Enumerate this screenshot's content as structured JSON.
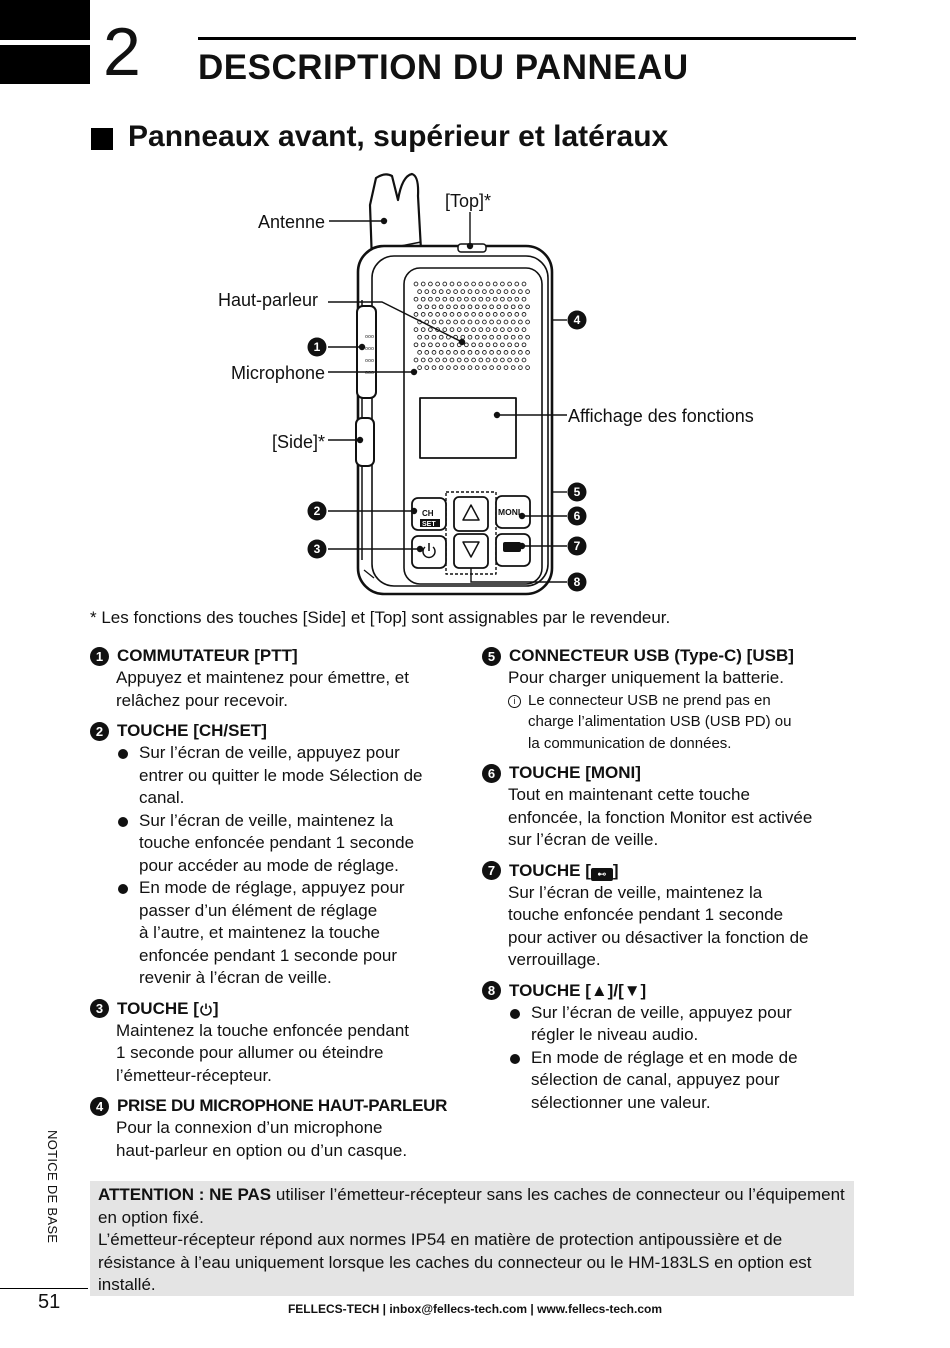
{
  "chapter": {
    "number": "2",
    "title": "DESCRIPTION DU PANNEAU"
  },
  "section": {
    "title": "Panneaux avant, supérieur et latéraux"
  },
  "diagram": {
    "labels": {
      "antenna": "Antenne",
      "top": "[Top]*",
      "speaker": "Haut-parleur",
      "microphone": "Microphone",
      "side": "[Side]*",
      "display": "Affichage des fonctions",
      "key_ch": "CH",
      "key_set": "SET",
      "key_moni": "MONI"
    },
    "callouts": [
      "1",
      "2",
      "3",
      "4",
      "5",
      "6",
      "7",
      "8"
    ]
  },
  "footnote": "* Les fonctions des touches [Side] et [Top] sont assignables par le revendeur.",
  "items": {
    "i1": {
      "num": "1",
      "title": "COMMUTATEUR [PTT]",
      "body": [
        "Appuyez et maintenez pour émettre, et",
        "relâchez pour recevoir."
      ]
    },
    "i2": {
      "num": "2",
      "title": "TOUCHE [CH/SET]",
      "bullets": [
        [
          "Sur l’écran de veille, appuyez pour",
          "entrer ou quitter le mode Sélection de",
          "canal."
        ],
        [
          "Sur l’écran de veille, maintenez la",
          "touche enfoncée pendant 1 seconde",
          "pour accéder au mode de réglage."
        ],
        [
          "En mode de réglage, appuyez pour",
          "passer d’un élément de réglage",
          "à l’autre, et maintenez la touche",
          "enfoncée pendant 1 seconde pour",
          "revenir à l’écran de veille."
        ]
      ]
    },
    "i3": {
      "num": "3",
      "title_pre": "TOUCHE [",
      "title_post": "]",
      "body": [
        "Maintenez la touche enfoncée pendant",
        "1 seconde pour allumer ou éteindre",
        "l’émetteur-récepteur."
      ]
    },
    "i4": {
      "num": "4",
      "title": "PRISE DU MICROPHONE HAUT-PARLEUR",
      "body": [
        "Pour la connexion d’un microphone",
        "haut-parleur en option ou d’un casque."
      ]
    },
    "i5": {
      "num": "5",
      "title": "CONNECTEUR USB (Type-C) [USB]",
      "body": [
        "Pour charger uniquement la batterie."
      ],
      "note_icon": "i",
      "note": [
        "Le connecteur USB ne prend pas en",
        "charge l’alimentation USB (USB PD) ou",
        "la communication de données."
      ]
    },
    "i6": {
      "num": "6",
      "title": "TOUCHE [MONI]",
      "body": [
        "Tout en maintenant cette touche",
        "enfoncée, la fonction Monitor est activée",
        "sur l’écran de veille."
      ]
    },
    "i7": {
      "num": "7",
      "title_pre": "TOUCHE [",
      "title_post": "]",
      "body": [
        "Sur l’écran de veille, maintenez la",
        "touche enfoncée pendant 1 seconde",
        "pour activer ou désactiver la fonction de",
        "verrouillage."
      ]
    },
    "i8": {
      "num": "8",
      "title": "TOUCHE [▲]/[▼]",
      "bullets": [
        [
          "Sur l’écran de veille, appuyez pour",
          "régler le niveau audio."
        ],
        [
          "En mode de réglage et en mode de",
          "sélection de canal, appuyez pour",
          "sélectionner une valeur."
        ]
      ]
    }
  },
  "attention": {
    "bold": "ATTENTION : NE PAS",
    "text1": " utiliser l’émetteur-récepteur sans les caches de connecteur ou l’équipement en option fixé.",
    "text2": "L’émetteur-récepteur répond aux normes IP54 en matière de protection antipoussière et de résistance à l’eau uniquement lorsque les caches du connecteur ou le HM-183LS en option est installé."
  },
  "side_label": "NOTICE DE BASE",
  "page_number": "51",
  "footer": "FELLECS-TECH | inbox@fellecs-tech.com | www.fellecs-tech.com"
}
